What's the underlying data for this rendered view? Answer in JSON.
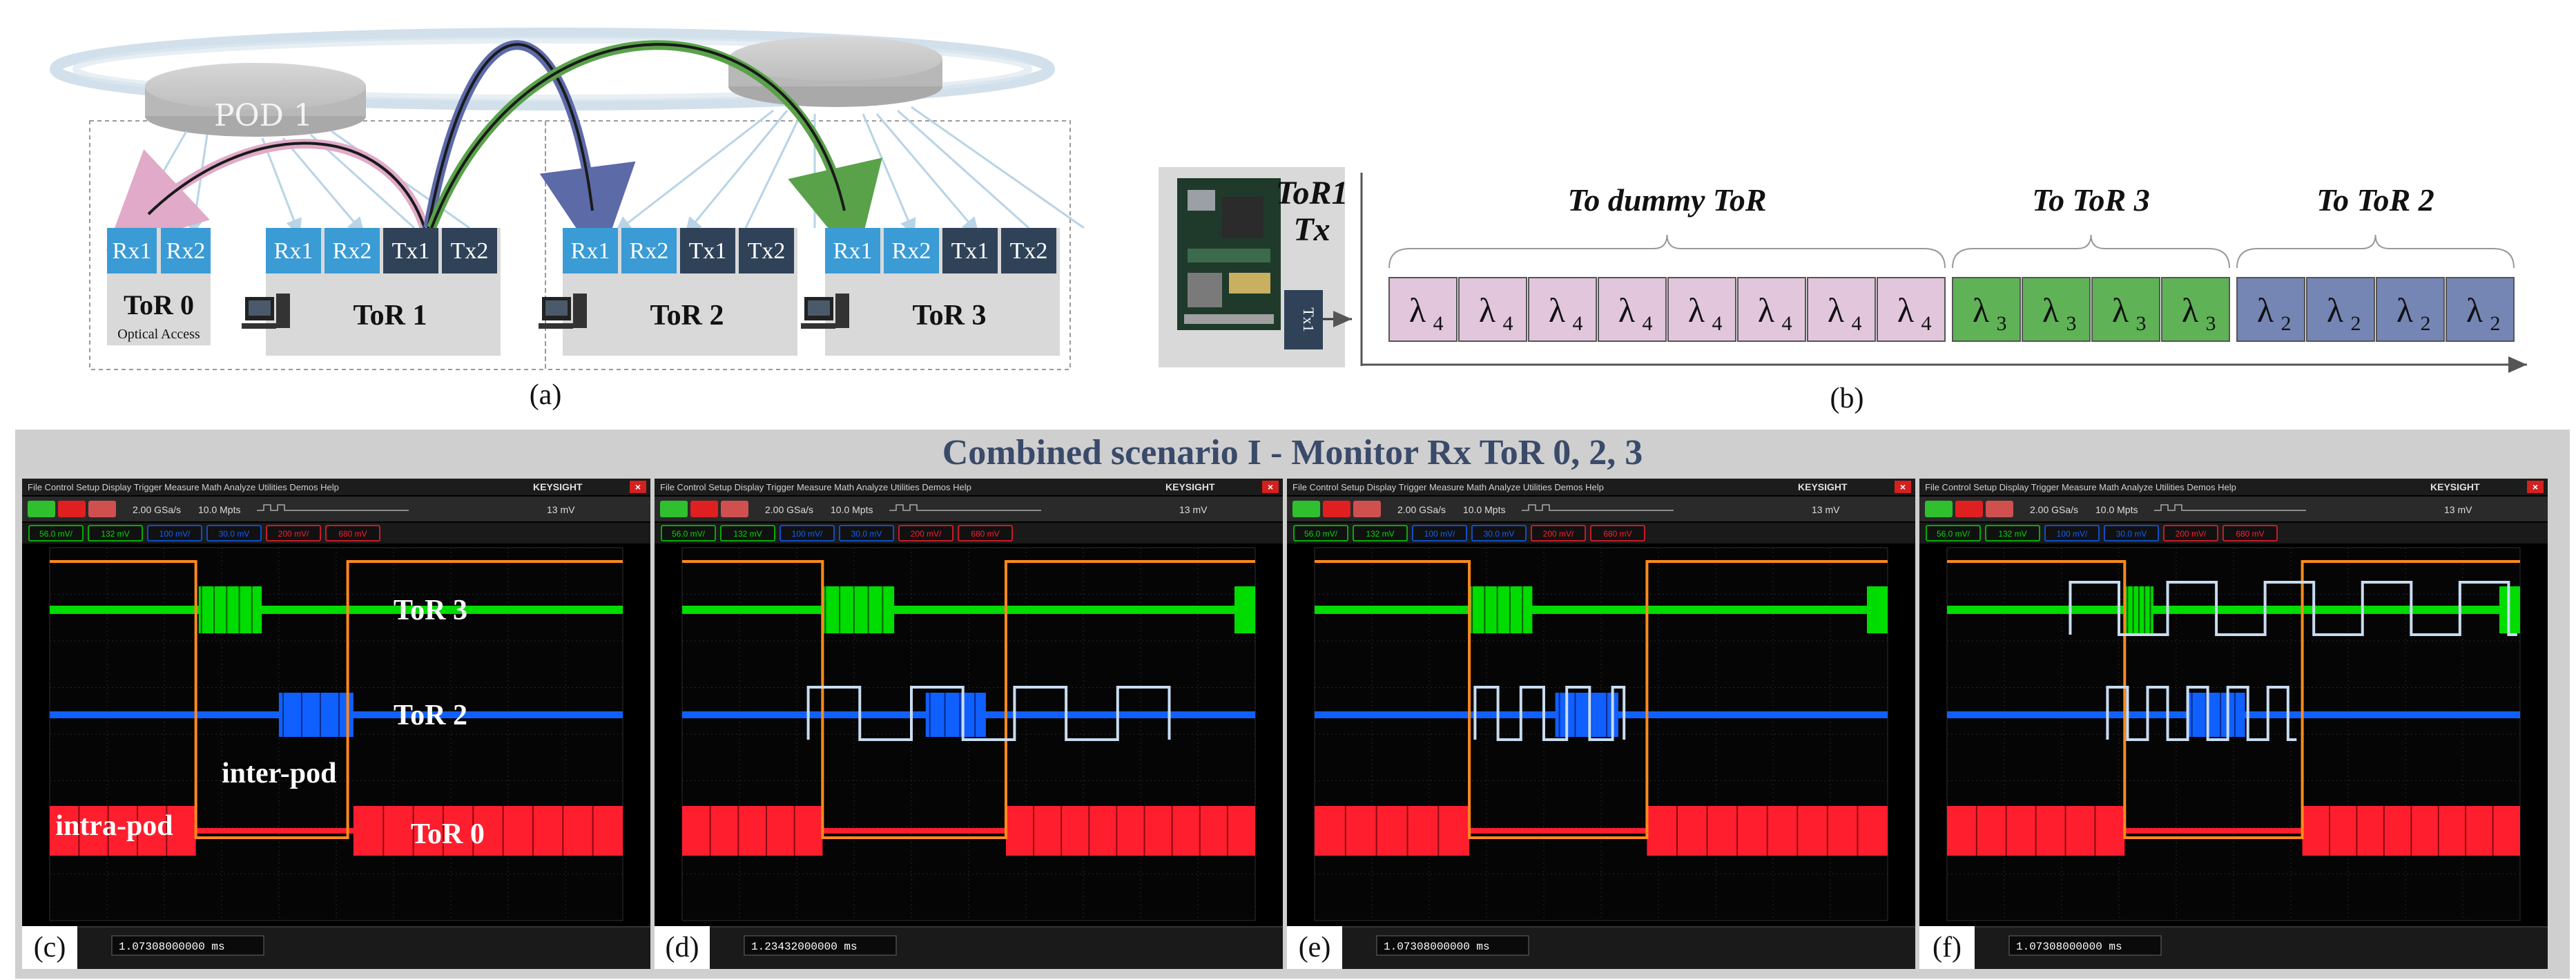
{
  "panel_a": {
    "pod_label": "POD 1",
    "tors": [
      {
        "name": "ToR 0",
        "sub": "Optical Access",
        "ports": [
          "Rx1",
          "Rx2"
        ]
      },
      {
        "name": "ToR 1",
        "ports": [
          "Rx1",
          "Rx2",
          "Tx1",
          "Tx2"
        ]
      },
      {
        "name": "ToR 2",
        "ports": [
          "Rx1",
          "Rx2",
          "Tx1",
          "Tx2"
        ]
      },
      {
        "name": "ToR 3",
        "ports": [
          "Rx1",
          "Rx2",
          "Tx1",
          "Tx2"
        ]
      }
    ],
    "caption": "(a)"
  },
  "panel_b": {
    "tx_label_line1": "ToR1",
    "tx_label_line2": "Tx",
    "board_port": "Tx1",
    "groups": [
      {
        "label": "To dummy ToR",
        "symbol": "λ",
        "sub": "4",
        "count": 8,
        "color": "#e2c6dc"
      },
      {
        "label": "To ToR 3",
        "symbol": "λ",
        "sub": "3",
        "count": 4,
        "color": "#5fb256"
      },
      {
        "label": "To ToR 2",
        "symbol": "λ",
        "sub": "2",
        "count": 4,
        "color": "#7585b4"
      }
    ],
    "caption": "(b)"
  },
  "scenario_title": "Combined scenario I  - Monitor Rx  ToR 0, 2, 3",
  "scope": {
    "menu": "File  Control  Setup  Display  Trigger  Measure  Math  Analyze  Utilities  Demos  Help",
    "brand": "KEYSIGHT",
    "sample_rate": "2.00 GSa/s",
    "memory": "10.0 Mpts",
    "trig_level": "13 mV",
    "channels": [
      "56.0 mV/",
      "132 mV",
      "100 mV/",
      "30.0 mV",
      "200 mV/",
      "680 mV"
    ],
    "labels": {
      "green": "ToR 3",
      "blue": "ToR 2",
      "red": "ToR 0",
      "inter": "inter-pod",
      "intra": "intra-pod"
    },
    "panels": [
      {
        "caption": "(c)",
        "time": "1.07308000000 ms"
      },
      {
        "caption": "(d)",
        "time": "1.23432000000 ms"
      },
      {
        "caption": "(e)",
        "time": "1.07308000000 ms"
      },
      {
        "caption": "(f)",
        "time": "1.07308000000 ms"
      }
    ]
  },
  "colors": {
    "port_light": "#3a9bd5",
    "port_dark": "#2f4258",
    "arrow_pink": "#e0aac8",
    "arrow_blue": "#5d6aa8",
    "arrow_green": "#5aa24a",
    "trace_green": "#00dc00",
    "trace_blue": "#1060ff",
    "trace_red": "#ff1e2e",
    "trace_orange": "#ff8a1c",
    "trace_white": "#c8dcf0"
  }
}
